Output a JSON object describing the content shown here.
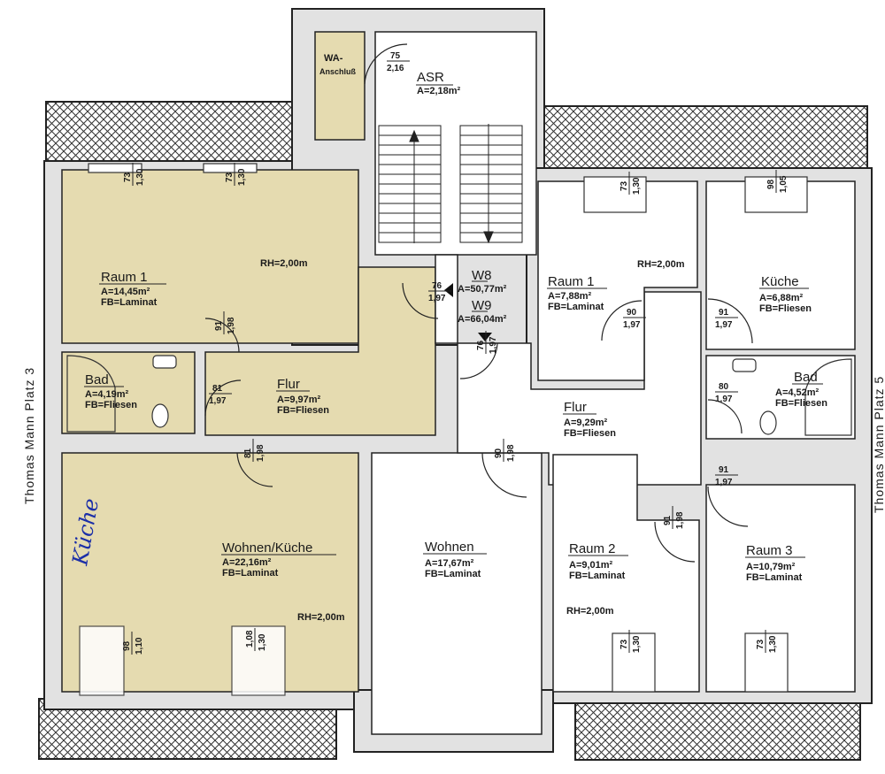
{
  "side_labels": {
    "left": "Thomas Mann Platz 3",
    "right": "Thomas Mann Platz 5"
  },
  "handwritten_note": "Küche",
  "stair": {
    "name": "ASR",
    "area": "A=2,18m²"
  },
  "wa": {
    "line1": "WA-",
    "line2": "Anschluß"
  },
  "units": [
    {
      "name": "W8",
      "area": "A=50,77m²"
    },
    {
      "name": "W9",
      "area": "A=66,04m²"
    }
  ],
  "rooms": [
    {
      "name": "Raum 1",
      "area": "A=14,45m²",
      "floor": "FB=Laminat"
    },
    {
      "name": "Bad",
      "area": "A=4,19m²",
      "floor": "FB=Fliesen"
    },
    {
      "name": "Flur",
      "area": "A=9,97m²",
      "floor": "FB=Fliesen"
    },
    {
      "name": "Wohnen/Küche",
      "area": "A=22,16m²",
      "floor": "FB=Laminat"
    },
    {
      "name": "Wohnen",
      "area": "A=17,67m²",
      "floor": "FB=Laminat"
    },
    {
      "name": "Raum 1",
      "area": "A=7,88m²",
      "floor": "FB=Laminat"
    },
    {
      "name": "Küche",
      "area": "A=6,88m²",
      "floor": "FB=Fliesen"
    },
    {
      "name": "Bad",
      "area": "A=4,52m²",
      "floor": "FB=Fliesen"
    },
    {
      "name": "Flur",
      "area": "A=9,29m²",
      "floor": "FB=Fliesen"
    },
    {
      "name": "Raum 2",
      "area": "A=9,01m²",
      "floor": "FB=Laminat"
    },
    {
      "name": "Raum 3",
      "area": "A=10,79m²",
      "floor": "FB=Laminat"
    }
  ],
  "room_heights": [
    "RH=2,00m",
    "RH=2,00m",
    "RH=2,00m",
    "RH=2,00m"
  ],
  "dimensions": [
    {
      "top": "75",
      "bottom": "2,16"
    },
    {
      "top": "76",
      "bottom": "1,97"
    },
    {
      "top": "76",
      "bottom": "1,97"
    },
    {
      "top": "91",
      "bottom": "1,98"
    },
    {
      "top": "81",
      "bottom": "1,97"
    },
    {
      "top": "81",
      "bottom": "1,98"
    },
    {
      "top": "90",
      "bottom": "1,98"
    },
    {
      "top": "90",
      "bottom": "1,97"
    },
    {
      "top": "91",
      "bottom": "1,97"
    },
    {
      "top": "80",
      "bottom": "1,97"
    },
    {
      "top": "91",
      "bottom": "1,97"
    },
    {
      "top": "91",
      "bottom": "1,98"
    },
    {
      "top": "73",
      "bottom": "1,30"
    },
    {
      "top": "73",
      "bottom": "1,30"
    },
    {
      "top": "73",
      "bottom": "1,30"
    },
    {
      "top": "98",
      "bottom": "1,05"
    },
    {
      "top": "98",
      "bottom": "1,10"
    },
    {
      "top": "1,08",
      "bottom": "1,30"
    },
    {
      "top": "73",
      "bottom": "1,30"
    },
    {
      "top": "73",
      "bottom": "1,30"
    }
  ]
}
